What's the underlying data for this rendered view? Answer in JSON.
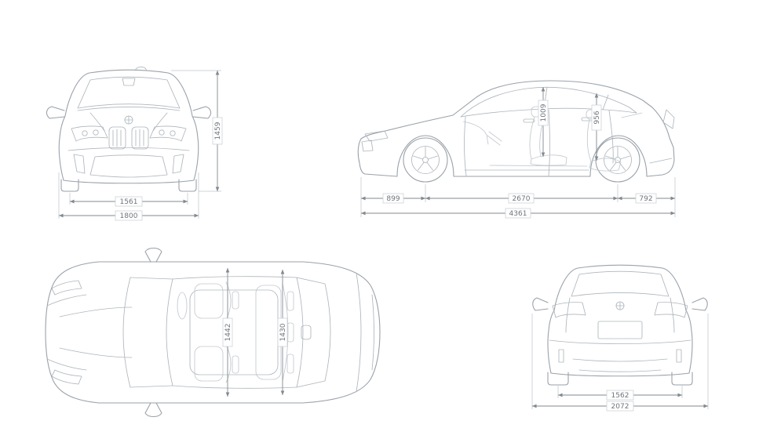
{
  "views": {
    "front": {
      "dims": {
        "track_front": "1561",
        "width": "1800",
        "height": "1459"
      }
    },
    "side": {
      "dims": {
        "headroom_front": "1009",
        "headroom_rear": "956",
        "overhang_front": "899",
        "wheelbase": "2670",
        "overhang_rear": "792",
        "length": "4361"
      }
    },
    "top": {
      "dims": {
        "shoulder_front": "1442",
        "shoulder_rear": "1430"
      }
    },
    "rear": {
      "dims": {
        "track_rear": "1562",
        "width_mirrors": "2072"
      }
    }
  },
  "style": {
    "car_line": "#9aa2aa",
    "dim_line": "#82898f",
    "label_text": "#6e757c",
    "background": "#ffffff"
  }
}
